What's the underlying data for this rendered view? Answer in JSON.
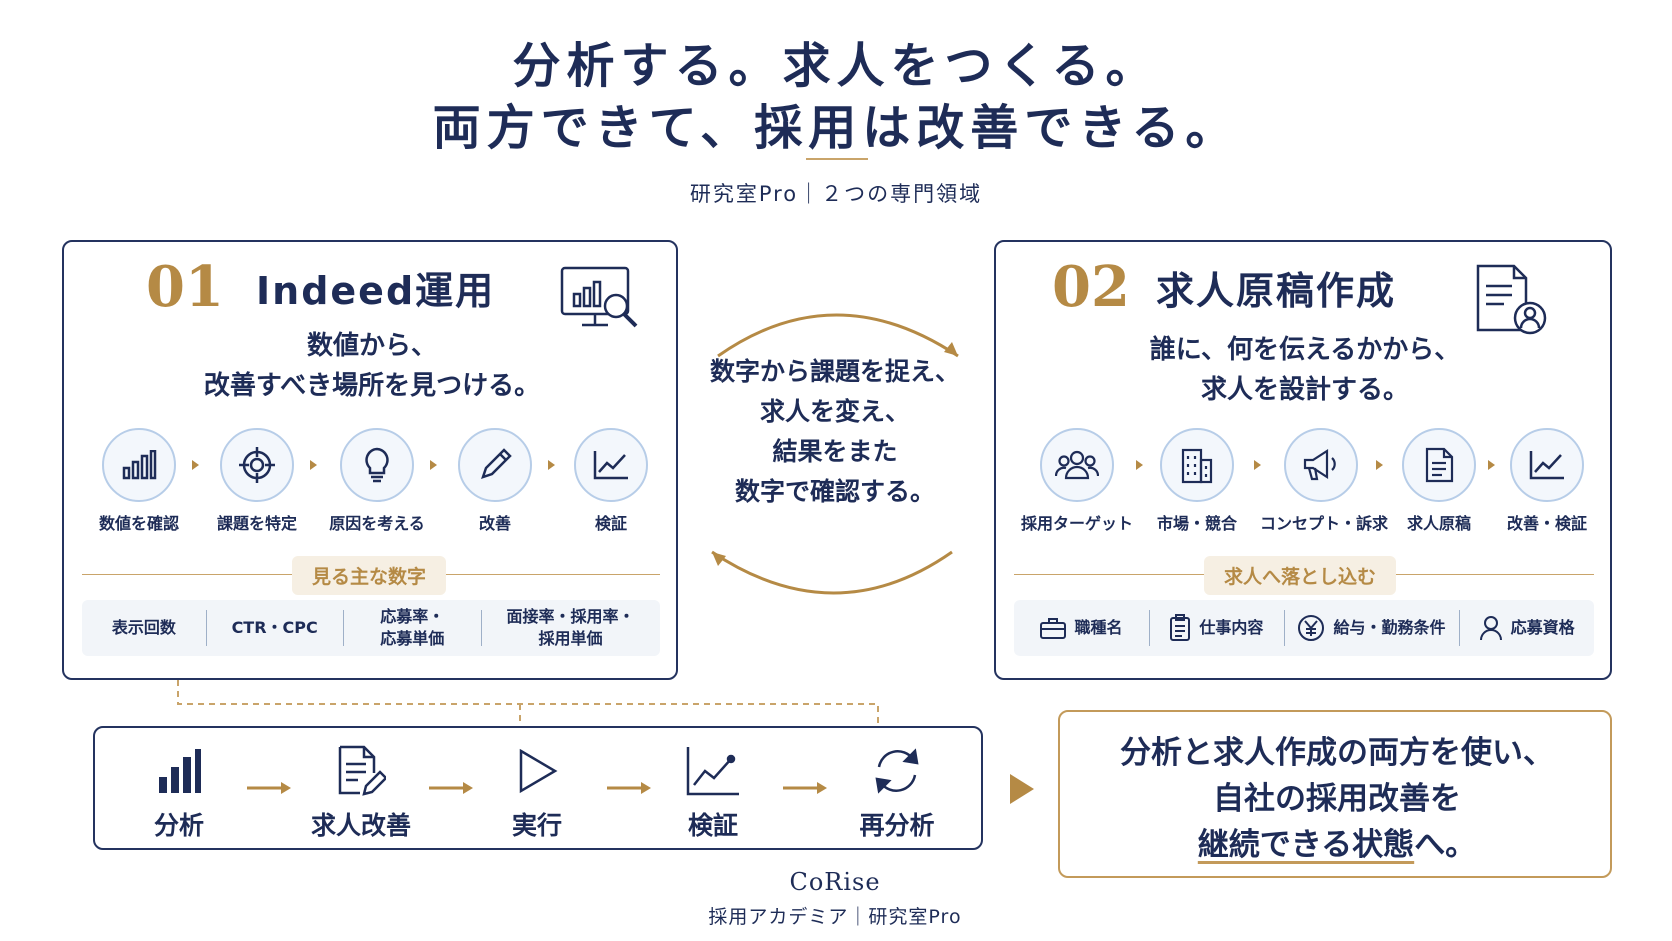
{
  "header": {
    "title_line1": "分析する。求人をつくる。",
    "title_line2": "両方できて、採用は改善できる。",
    "subtitle": "研究室Pro｜２つの専門領域"
  },
  "card1": {
    "number": "01",
    "title": "Indeed運用",
    "desc_line1": "数値から、",
    "desc_line2": "改善すべき場所を見つける。",
    "steps": [
      {
        "label": "数値を確認",
        "icon": "bar-chart-icon"
      },
      {
        "label": "課題を特定",
        "icon": "target-icon"
      },
      {
        "label": "原因を考える",
        "icon": "lightbulb-icon"
      },
      {
        "label": "改善",
        "icon": "pencil-icon"
      },
      {
        "label": "検証",
        "icon": "line-chart-icon"
      }
    ],
    "section_label": "見る主な数字",
    "metrics": [
      "表示回数",
      "CTR・CPC",
      "応募率・\n応募単価",
      "面接率・採用率・\n採用単価"
    ]
  },
  "card2": {
    "number": "02",
    "title": "求人原稿作成",
    "desc_line1": "誰に、何を伝えるかから、",
    "desc_line2": "求人を設計する。",
    "steps": [
      {
        "label": "採用ターゲット",
        "icon": "people-icon"
      },
      {
        "label": "市場・競合",
        "icon": "building-icon"
      },
      {
        "label": "コンセプト・訴求",
        "icon": "megaphone-icon"
      },
      {
        "label": "求人原稿",
        "icon": "document-icon"
      },
      {
        "label": "改善・検証",
        "icon": "line-chart-icon"
      }
    ],
    "section_label": "求人へ落とし込む",
    "items": [
      {
        "label": "職種名",
        "icon": "briefcase-icon"
      },
      {
        "label": "仕事内容",
        "icon": "clipboard-icon"
      },
      {
        "label": "給与・勤務条件",
        "icon": "yen-icon"
      },
      {
        "label": "応募資格",
        "icon": "person-icon"
      }
    ]
  },
  "cycle": {
    "line1": "数字から課題を捉え、",
    "line2": "求人を変え、",
    "line3": "結果をまた",
    "line4": "数字で確認する。"
  },
  "flow": {
    "steps": [
      {
        "label": "分析",
        "icon": "bar-chart-icon"
      },
      {
        "label": "求人改善",
        "icon": "edit-document-icon"
      },
      {
        "label": "実行",
        "icon": "play-icon"
      },
      {
        "label": "検証",
        "icon": "line-chart-icon"
      },
      {
        "label": "再分析",
        "icon": "refresh-icon"
      }
    ]
  },
  "result": {
    "line1": "分析と求人作成の両方を使い、",
    "line2": "自社の採用改善を",
    "line3_underlined": "継続できる状態",
    "line3_tail": "へ。"
  },
  "footer": {
    "brand": "CoRise",
    "sub": "採用アカデミア｜研究室Pro"
  },
  "colors": {
    "navy": "#1e2c57",
    "gold": "#b58a45",
    "light_blue": "#b7cde8"
  }
}
